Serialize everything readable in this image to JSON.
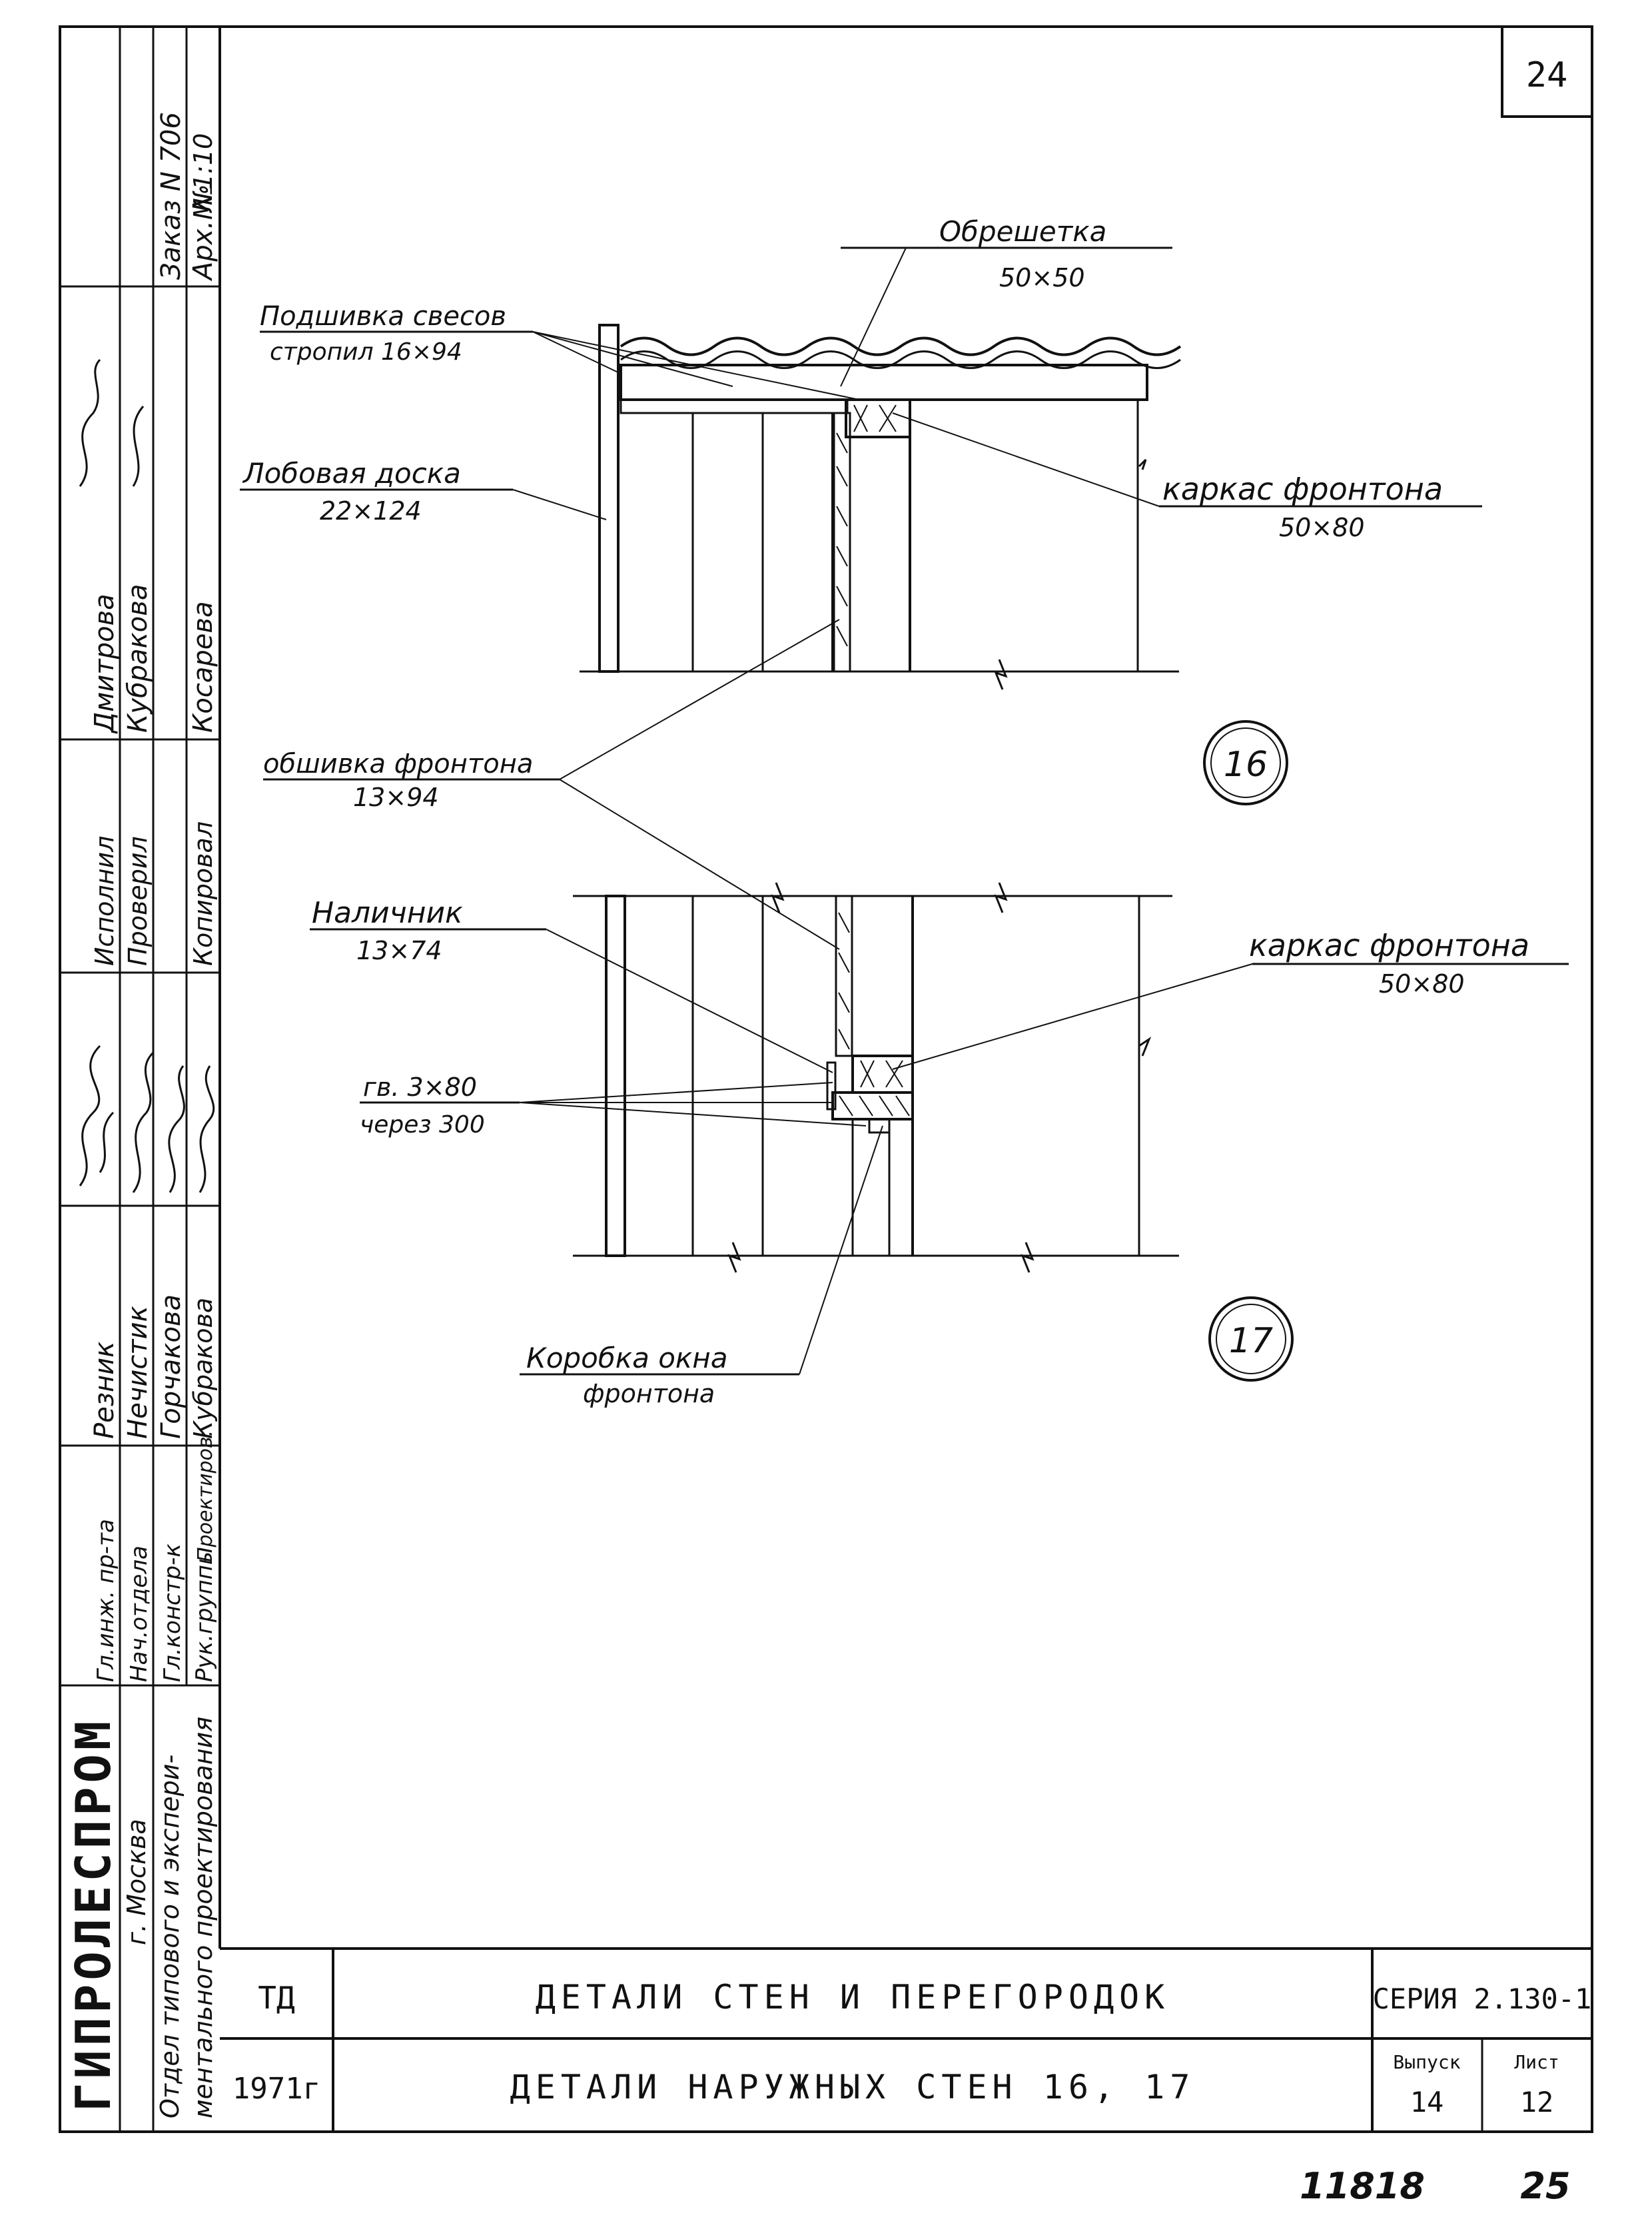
{
  "sheet_number": "24",
  "footer_number_left": "11818",
  "footer_number_right": "25",
  "left_strip": {
    "organization": "ГИПРОЛЕСПРОМ",
    "city": "г. Москва",
    "department_line1": "Отдел типового и экспери-",
    "department_line2": "ментального проектирования",
    "archive_label": "Арх. №",
    "order": "Заказ N 706",
    "scale": "М 1:10",
    "roles": [
      "Гл.инж. пр-та",
      "Нач.отдела",
      "Гл.констр-к",
      "Рук.группы",
      "Проектиров."
    ],
    "names": [
      "Резник",
      "Нечистик",
      "Горчакова",
      "Кубракова",
      "Дмитрова"
    ],
    "executed_label": "Исполнил",
    "checked_label": "Проверил",
    "copied_label": "Копировал",
    "executed_name": "Дмитрова",
    "checked_name": "Кубракова",
    "copied_name": "Косарева"
  },
  "title_block": {
    "td": "ТД",
    "year": "1971г",
    "title1": "ДЕТАЛИ СТЕН И ПЕРЕГОРОДОК",
    "title2": "ДЕТАЛИ НАРУЖНЫХ СТЕН 16, 17",
    "series": "СЕРИЯ 2.130-1",
    "issue_label": "Выпуск",
    "issue": "14",
    "sheet_label": "Лист",
    "sheet": "12"
  },
  "detail16": {
    "marker": "16",
    "obreshetka": "Обрешетка",
    "obreshetka_size": "50×50",
    "podshivka": "Подшивка свесов",
    "podshivka_size": "стропил 16×94",
    "lobovaya": "Лобовая доска",
    "lobovaya_size": "22×124",
    "karkas": "каркас фронтона",
    "karkas_size": "50×80"
  },
  "shared": {
    "obshivka": "обшивка фронтона",
    "obshivka_size": "13×94"
  },
  "detail17": {
    "marker": "17",
    "nalichnik": "Наличник",
    "nalichnik_size": "13×74",
    "karkas": "каркас фронтона",
    "karkas_size": "50×80",
    "nail": "гв. 3×80",
    "nail_step": "через 300",
    "korobka": "Коробка окна",
    "korobka2": "фронтона"
  }
}
